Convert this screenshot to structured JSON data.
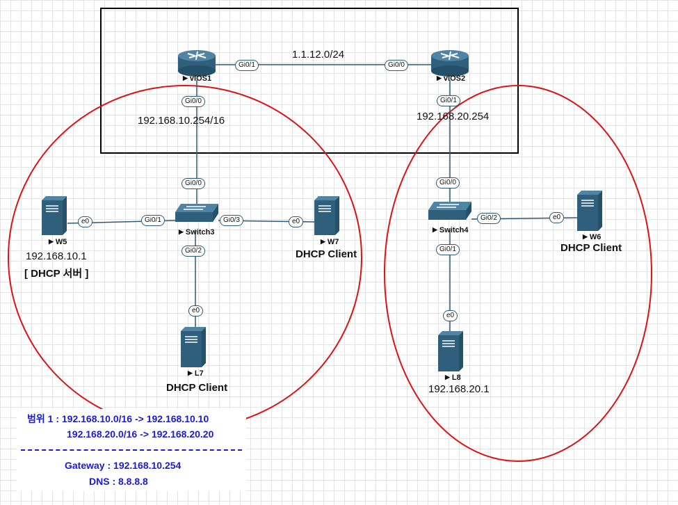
{
  "devices": {
    "vios1": "vIOS1",
    "vios2": "vIOS2",
    "switch3": "Switch3",
    "switch4": "Switch4",
    "w5": "W5",
    "w7": "W7",
    "l7": "L7",
    "w6": "W6",
    "l8": "L8"
  },
  "ports": {
    "vios1_gi01": "Gi0/1",
    "vios2_gi00": "Gi0/0",
    "vios1_gi00": "Gi0/0",
    "vios2_gi01": "Gi0/1",
    "sw3_gi00": "Gi0/0",
    "sw3_gi01": "Gi0/1",
    "sw3_gi03": "Gi0/3",
    "sw3_gi02": "Gi0/2",
    "w5_e0": "e0",
    "w7_e0": "e0",
    "l7_e0": "e0",
    "sw4_gi00": "Gi0/0",
    "sw4_gi02": "Gi0/2",
    "sw4_gi01": "Gi0/1",
    "w6_e0": "e0",
    "l8_e0": "e0"
  },
  "labels": {
    "wan_net": "1.1.12.0/24",
    "vios1_ip": "192.168.10.254/16",
    "vios2_ip": "192.168.20.254",
    "w5_ip": "192.168.10.1",
    "w5_role": "[ DHCP 서버 ]",
    "w7_role": "DHCP Client",
    "l7_role": "DHCP Client",
    "w6_role": "DHCP Client",
    "l8_ip": "192.168.20.1"
  },
  "note": {
    "range_line1": "범위 1 : 192.168.10.0/16 -> 192.168.10.10",
    "range_line2": "192.168.20.0/16 -> 192.168.20.20",
    "gateway": "Gateway : 192.168.10.254",
    "dns": "DNS : 8.8.8.8"
  },
  "colors": {
    "circle": "#e01010",
    "note_text": "#1a1adb",
    "device": "#2f5f7a"
  }
}
